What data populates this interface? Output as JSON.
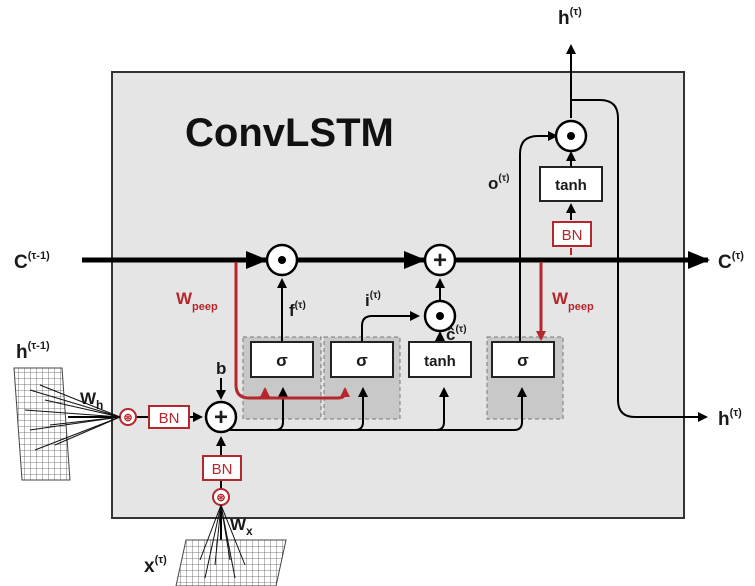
{
  "title": "ConvLSTM",
  "colors": {
    "cell_fill": "#e5e5e5",
    "black": "#000000",
    "red": "#b5272c",
    "gate_shade": "#c8c8c8"
  },
  "inputs": {
    "c_prev": "C(τ-1)",
    "h_prev": "h(τ-1)",
    "x": "x(τ)",
    "w_h": "Wh",
    "w_x": "Wx",
    "bias": "b"
  },
  "outputs": {
    "c_out": "C(τ)",
    "h_top": "h(τ)",
    "h_right": "h(τ)"
  },
  "gates": {
    "forget": {
      "func": "σ",
      "label": "f(τ)"
    },
    "input": {
      "func": "σ",
      "label": "i(τ)"
    },
    "candidate": {
      "func": "tanh",
      "label": "ĉ(τ)"
    },
    "output": {
      "func": "σ",
      "label": "o(τ)"
    },
    "out_tanh": "tanh"
  },
  "ops": {
    "mult": "⊙",
    "add": "+",
    "conv": "⊛"
  },
  "bn": "BN",
  "peephole": "Wpeep"
}
